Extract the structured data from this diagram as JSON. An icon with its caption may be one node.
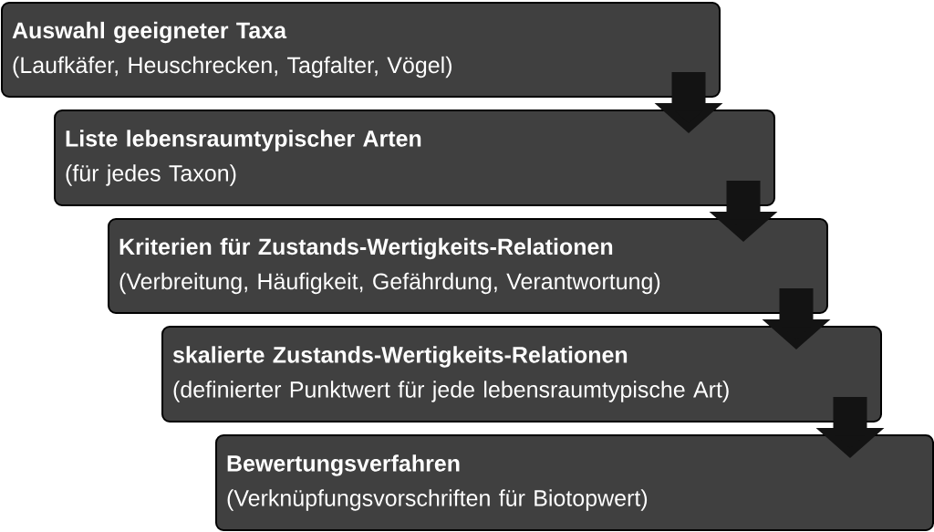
{
  "diagram": {
    "nodes": [
      {
        "text": [
          "Auswahl geeigneter Taxa",
          "(Laufkäfer, Heuschrecken, Tagfalter, Vögel)"
        ]
      },
      {
        "text": [
          "Liste lebensraumtypischer Arten",
          "(für jedes Taxon)"
        ]
      },
      {
        "text": [
          "Kriterien für Zustands-Wertigkeits-Relationen",
          "(Verbreitung, Häufigkeit, Gefährdung, Verantwortung)"
        ]
      },
      {
        "text": [
          "skalierte Zustands-Wertigkeits-Relationen",
          "(definierter Punktwert für jede lebensraumtypische Art)"
        ]
      },
      {
        "text": [
          "Bewertungsverfahren",
          "(Verknüpfungsvorschriften für Biotopwert)"
        ]
      }
    ],
    "edges": [
      {
        "from": 0,
        "to": 1,
        "arrow": "to"
      },
      {
        "from": 1,
        "to": 2,
        "arrow": "to"
      },
      {
        "from": 2,
        "to": 3,
        "arrow": "to"
      },
      {
        "from": 3,
        "to": 4,
        "arrow": "to"
      }
    ]
  }
}
